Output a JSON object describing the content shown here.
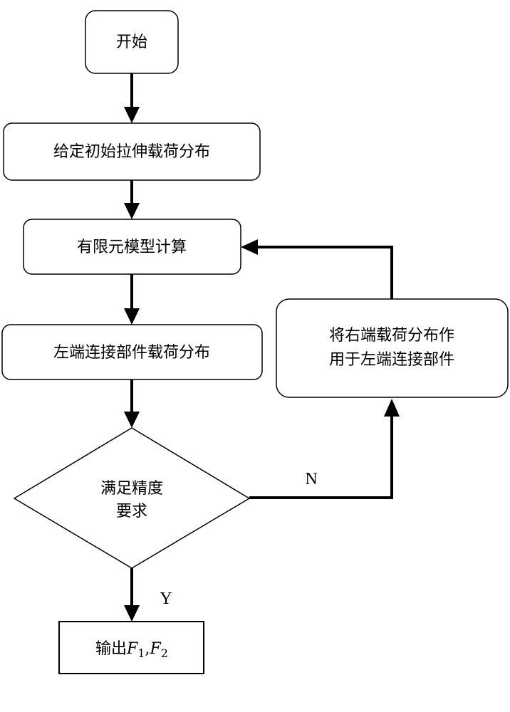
{
  "nodes": {
    "start": {
      "label": "开始"
    },
    "initial_load": {
      "label": "给定初始拉伸载荷分布"
    },
    "fem_calc": {
      "label": "有限元模型计算"
    },
    "left_load": {
      "label": "左端连接部件载荷分布"
    },
    "decision": {
      "line1": "满足精度",
      "line2": "要求"
    },
    "apply_right": {
      "line1": "将右端载荷分布作",
      "line2": "用于左端连接部件"
    },
    "output": {
      "prefix": "输出",
      "var": "F",
      "sub1": "1",
      "sep": ",",
      "sub2": "2"
    }
  },
  "edges": {
    "no_label": "N",
    "yes_label": "Y"
  }
}
